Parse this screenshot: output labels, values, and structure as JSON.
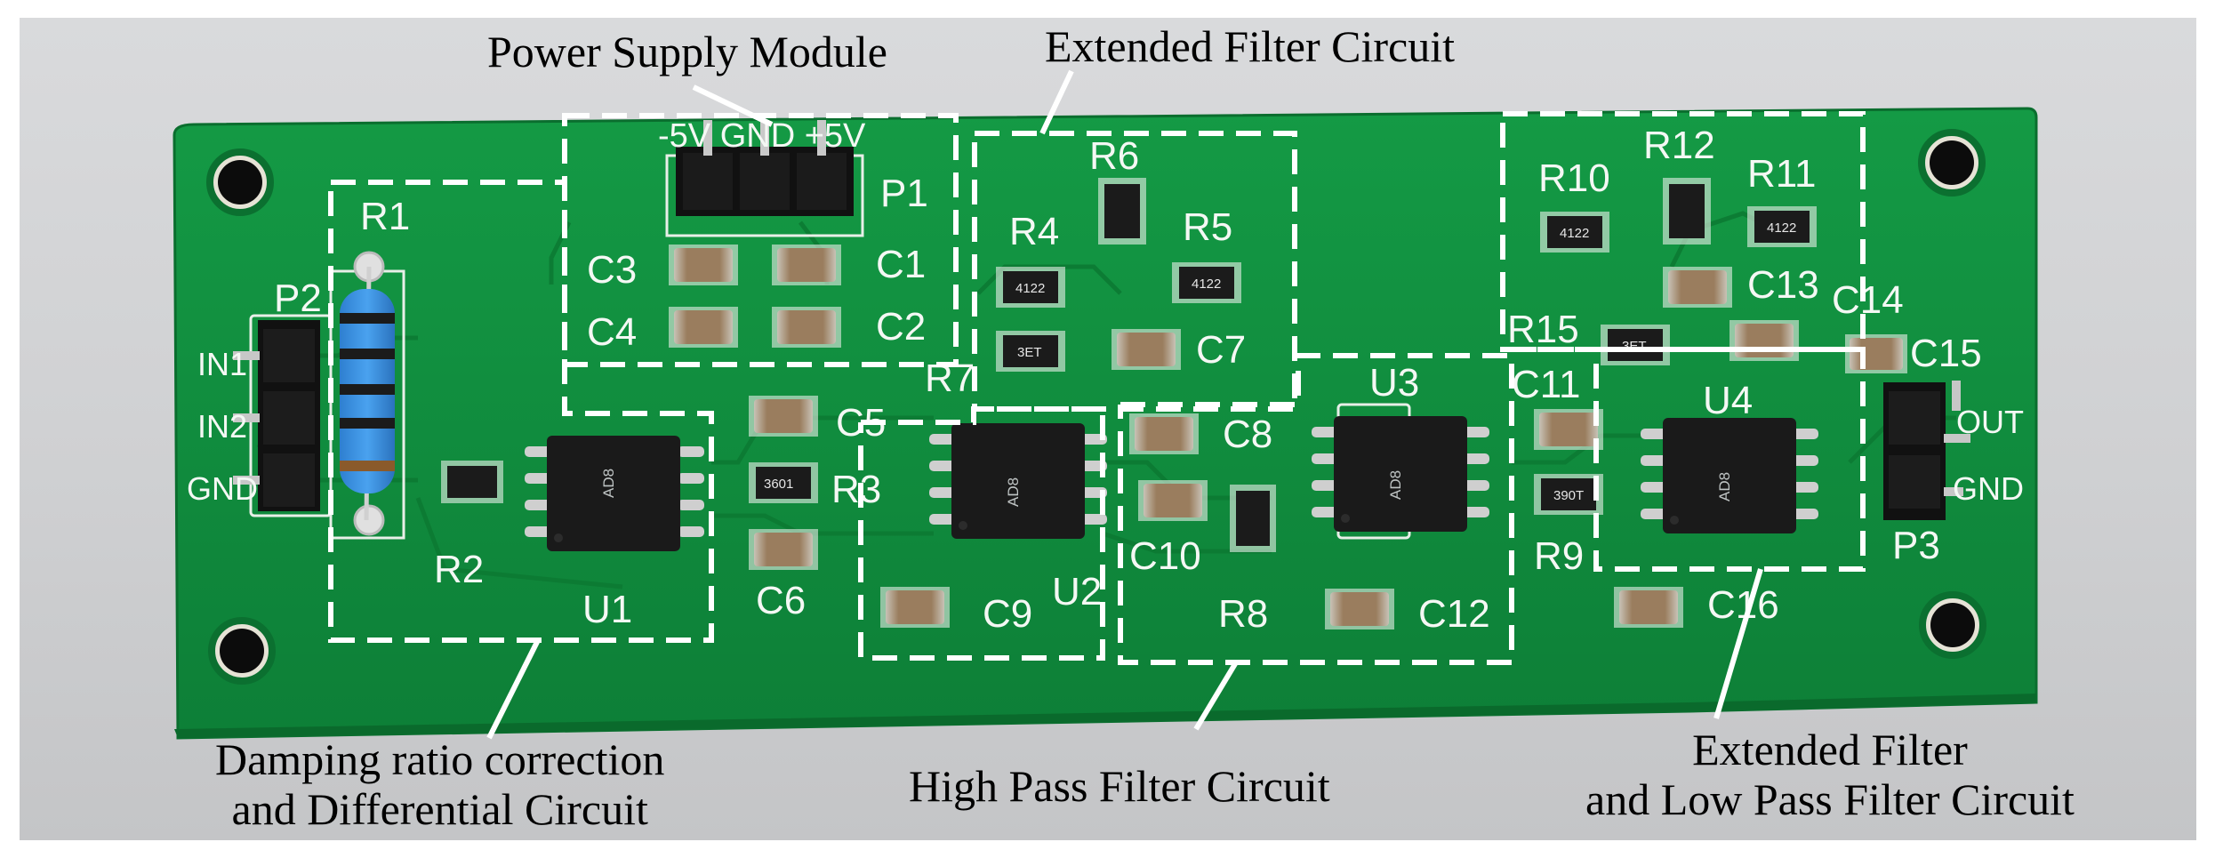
{
  "captions": {
    "power_supply": "Power Supply Module",
    "extended_filter_top": "Extended Filter Circuit",
    "damping": [
      "Damping ratio correction",
      "and Differential Circuit"
    ],
    "high_pass": "High Pass Filter Circuit",
    "extended_low_pass": [
      "Extended Filter",
      "and Low Pass Filter Circuit"
    ]
  },
  "silkscreen": {
    "P1": "P1",
    "P2": "P2",
    "P3": "P3",
    "power_pins": "-5V GND +5V",
    "IN1": "IN1",
    "IN2": "IN2",
    "GND_left": "GND",
    "OUT": "OUT",
    "GND_right": "GND",
    "R1": "R1",
    "R2": "R2",
    "R3": "R3",
    "R4": "R4",
    "R5": "R5",
    "R6": "R6",
    "R7": "R7",
    "R8": "R8",
    "R9": "R9",
    "R10": "R10",
    "R11": "R11",
    "R12": "R12",
    "R15": "R15",
    "C1": "C1",
    "C2": "C2",
    "C3": "C3",
    "C4": "C4",
    "C5": "C5",
    "C6": "C6",
    "C7": "C7",
    "C8": "C8",
    "C9": "C9",
    "C10": "C10",
    "C11": "C11",
    "C12": "C12",
    "C13": "C13",
    "C14": "C14",
    "C15": "C15",
    "C16": "C16",
    "U1": "U1",
    "U2": "U2",
    "U3": "U3",
    "U4": "U4"
  },
  "colors": {
    "pcb_green": "#0f8a3c",
    "pcb_edge": "#0a6e2e",
    "highlight_box": "#ffffff"
  }
}
